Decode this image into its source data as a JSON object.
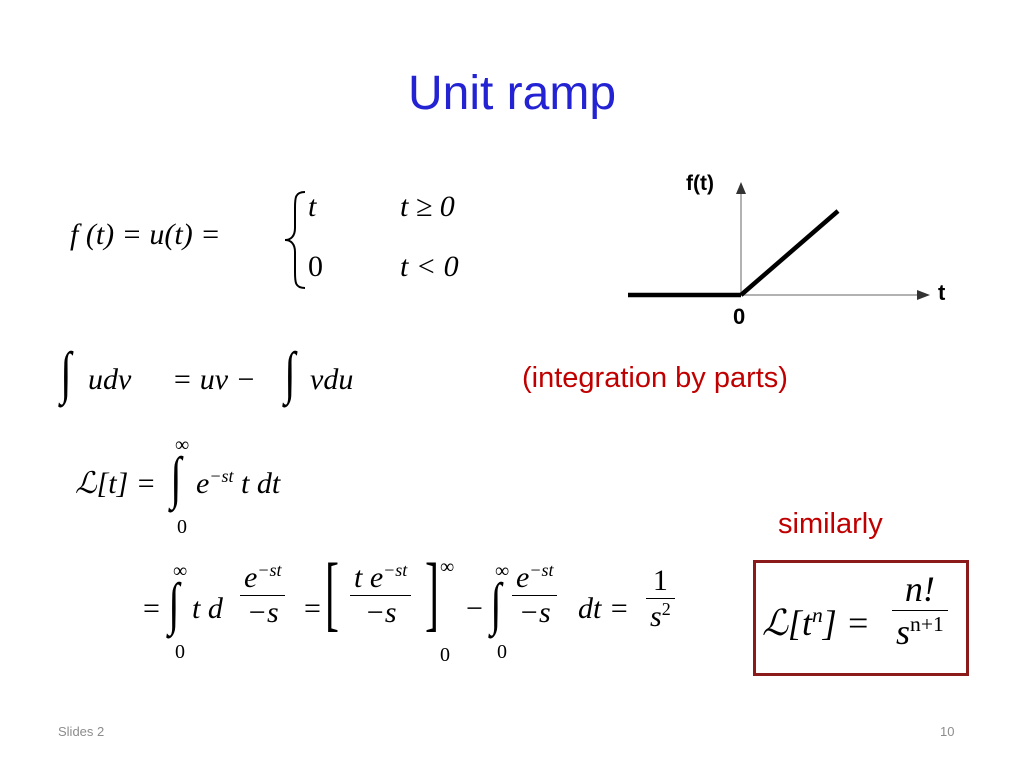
{
  "slide": {
    "title": "Unit ramp",
    "footer_left": "Slides 2",
    "page_number": "10"
  },
  "definition": {
    "lhs": "f (t) = u(t) =",
    "case1_value": "t",
    "case1_condition": "t ≥ 0",
    "case2_value": "0",
    "case2_condition": "t < 0"
  },
  "graph": {
    "y_label": "f(t)",
    "x_label": "t",
    "origin_label": "0"
  },
  "integration_by_parts": {
    "formula_lhs": "udv",
    "formula_eq": "= uv −",
    "formula_rhs": "vdu",
    "note": "(integration by parts)"
  },
  "laplace": {
    "lhs": "ℒ[t] =",
    "integrand": "e",
    "exponent": "−st",
    "integrand_tail": "t dt",
    "upper_limit": "∞",
    "lower_limit": "0"
  },
  "derivation": {
    "eq1": "=",
    "t_d": "t d",
    "frac_num_e": "e",
    "frac_num_exp": "−st",
    "frac_den": "−s",
    "eq2": "=",
    "bracket_num_t": "t e",
    "bracket_num_exp": "−st",
    "bracket_den": "−s",
    "bracket_upper": "∞",
    "bracket_lower": "0",
    "minus": "−",
    "int2_num_e": "e",
    "int2_num_exp": "−st",
    "int2_den": "−s",
    "dt_eq": "dt =",
    "result_num": "1",
    "result_den": "s",
    "result_exp": "2",
    "upper_limit": "∞",
    "lower_limit": "0"
  },
  "similarly": {
    "note": "similarly",
    "lhs": "ℒ[t",
    "lhs_exp": "n",
    "lhs_close": "] =",
    "num": "n!",
    "den": "s",
    "den_exp": "n+1"
  }
}
